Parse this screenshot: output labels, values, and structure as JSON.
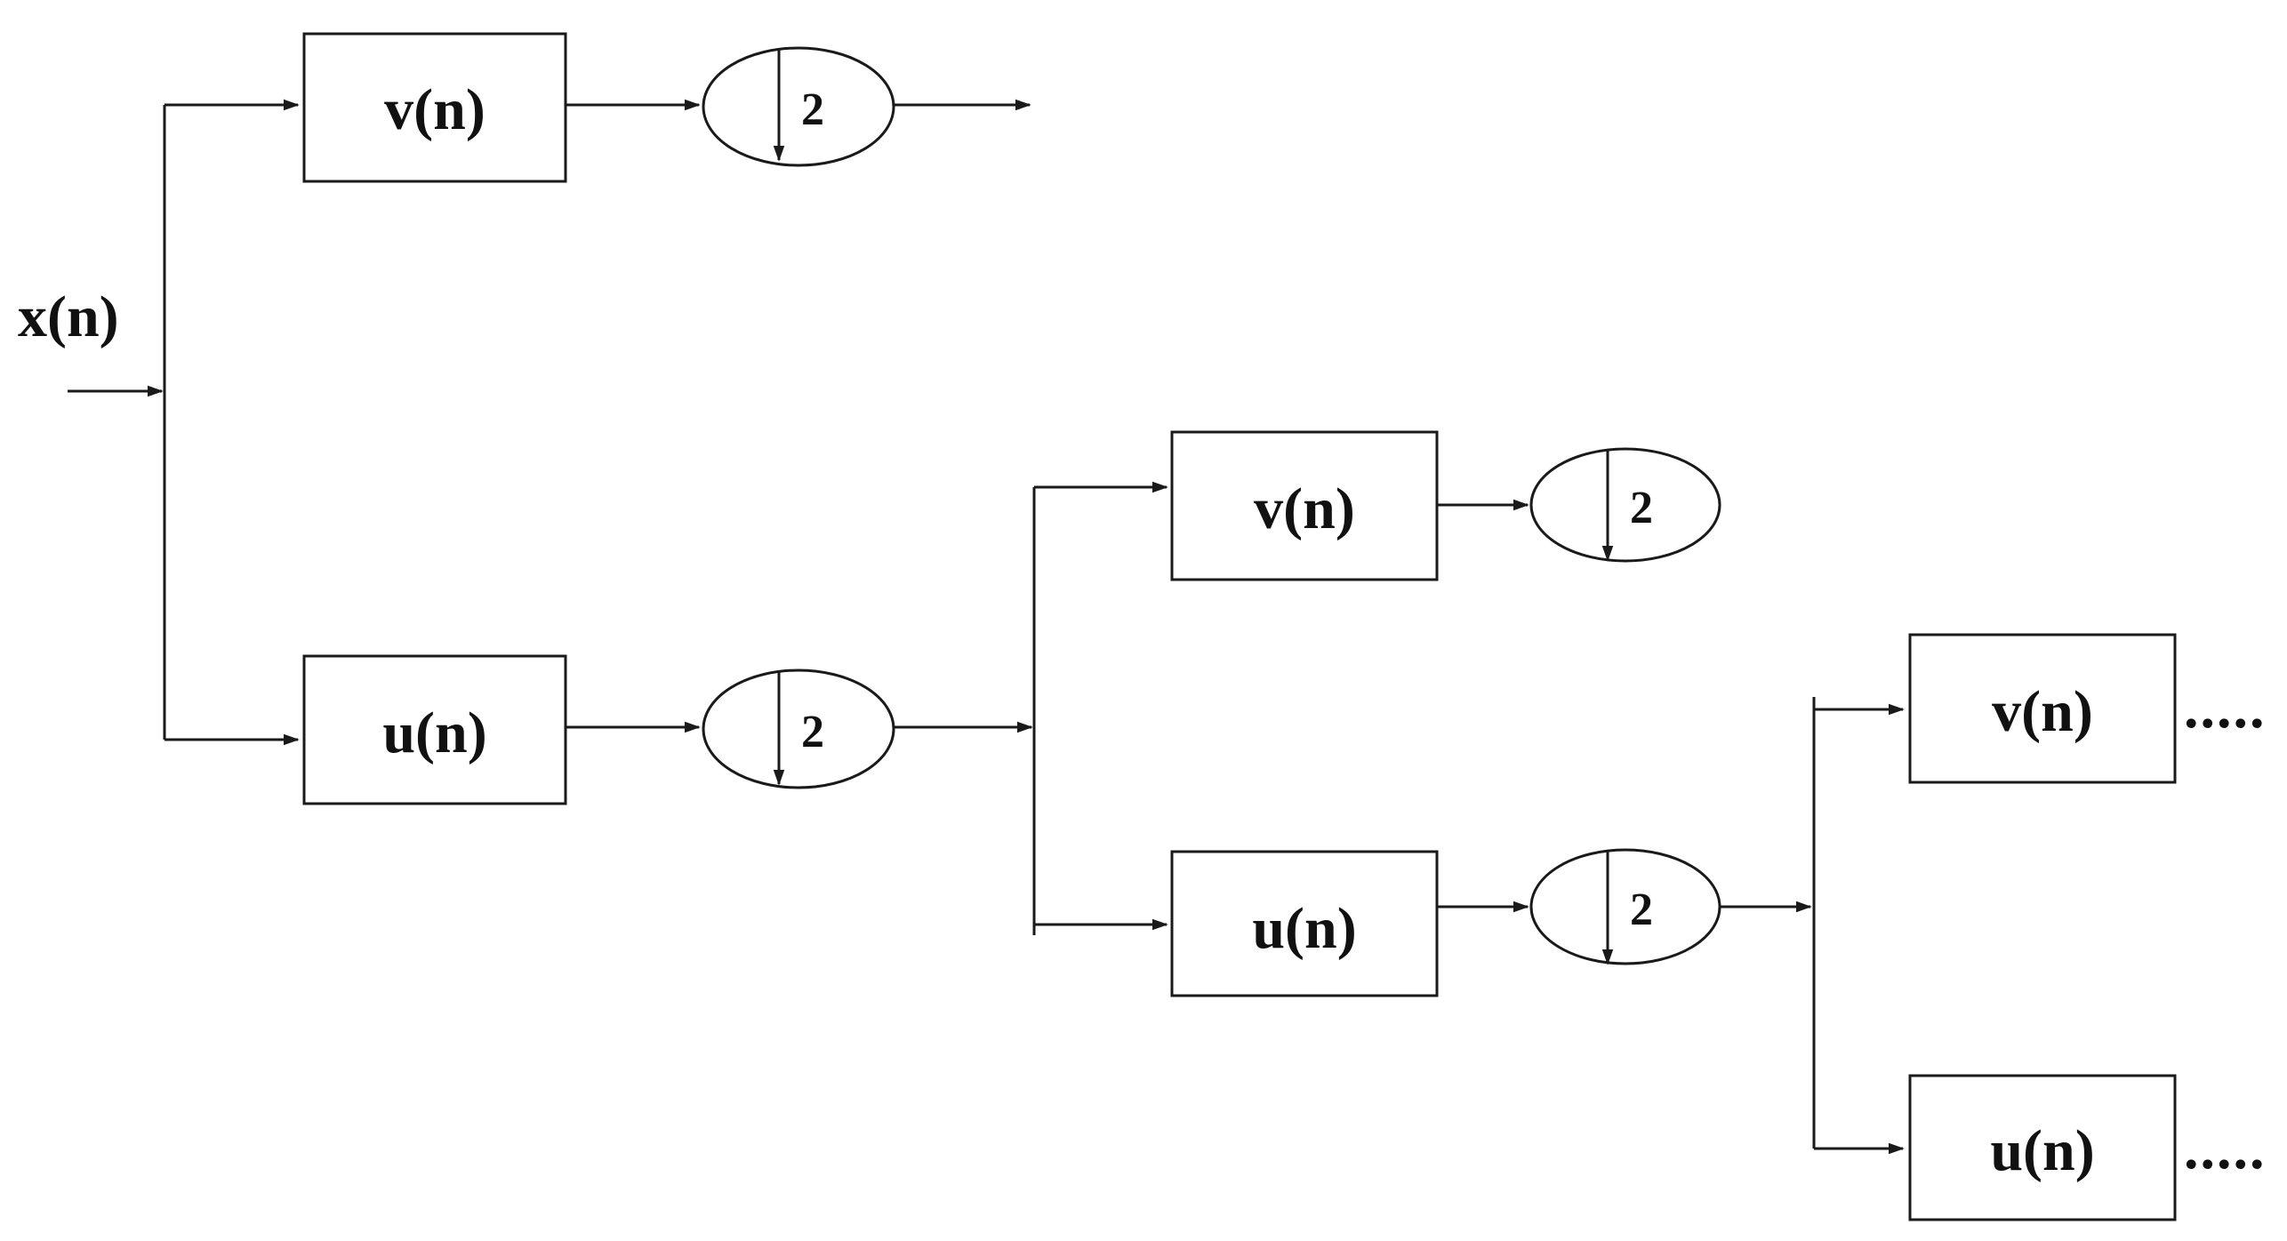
{
  "input_label": "x(n)",
  "filters": {
    "v1": "v(n)",
    "u1": "u(n)",
    "v2": "v(n)",
    "u2": "u(n)",
    "v3": "v(n)",
    "u3": "u(n)"
  },
  "downsamplers": {
    "d1": "2",
    "d2": "2",
    "d3": "2",
    "d4": "2"
  },
  "continuation": {
    "c1": ".....",
    "c2": "....."
  }
}
